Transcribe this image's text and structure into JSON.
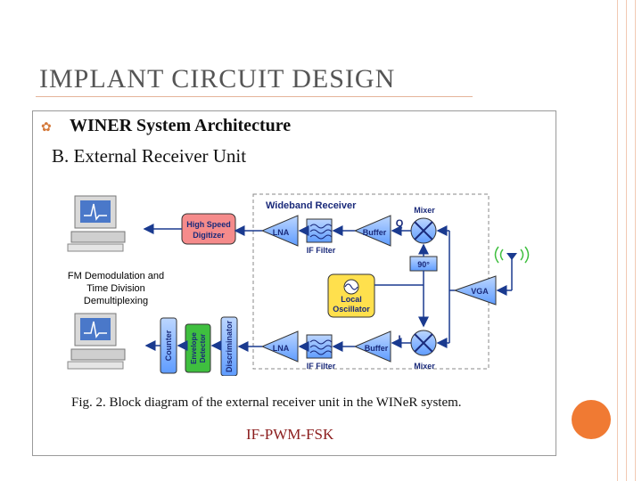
{
  "slide": {
    "title": "IMPLANT  CIRCUIT DESIGN",
    "bullet": "WINER System Architecture",
    "subheading": "B. External Receiver Unit",
    "caption": "Fig. 2.   Block diagram of the external receiver unit in the WINeR system.",
    "note": "IF-PWM-FSK"
  },
  "diagram": {
    "wideband_title": "Wideband Receiver",
    "digitizer_label": [
      "High Speed",
      "Digitizer"
    ],
    "demod_label": [
      "FM Demodulation and",
      "Time Division",
      "Demultiplexing"
    ],
    "counter_label": "Counter",
    "envelope_label": [
      "Envelope",
      "Detector"
    ],
    "discriminator_label": "Discriminator",
    "lna_label": "LNA",
    "if_filter_label": "IF Filter",
    "buffer_label": "Buffer",
    "mixer_label": "Mixer",
    "q_label": "Q",
    "i_label": "I",
    "phase_label": "90°",
    "oscillator_label": [
      "Local",
      "Oscillator"
    ],
    "vga_label": "VGA"
  },
  "colors": {
    "digitizer": "#f58b8b",
    "envelope": "#3fbf3f",
    "blocks": "#7fb3ff",
    "oscillator": "#ffe04d",
    "line": "#1a3a8f"
  }
}
